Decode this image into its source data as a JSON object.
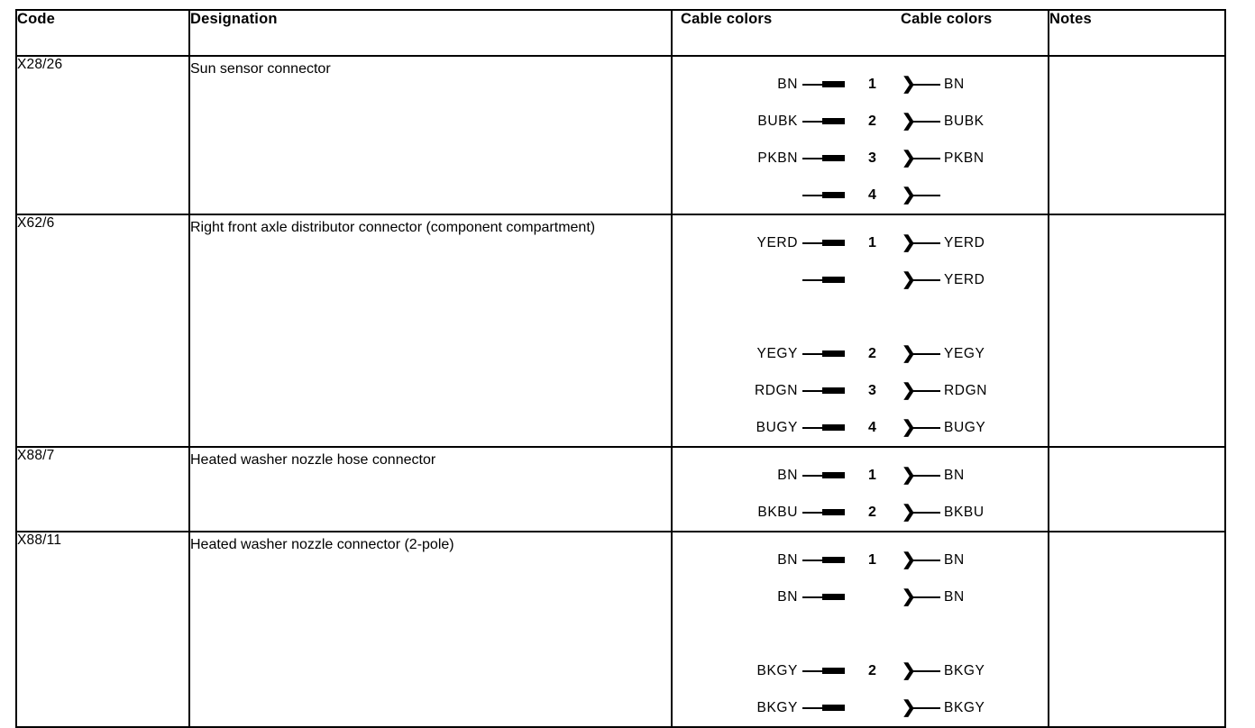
{
  "table": {
    "columns": [
      {
        "key": "code",
        "label": "Code"
      },
      {
        "key": "desig",
        "label": "Designation"
      },
      {
        "key": "cab1",
        "label": "Cable colors"
      },
      {
        "key": "pin",
        "label": ""
      },
      {
        "key": "cab2",
        "label": "Cable colors"
      },
      {
        "key": "notes",
        "label": "Notes"
      }
    ],
    "headers": {
      "code": "Code",
      "designation": "Designation",
      "cable_colors_left": "Cable colors",
      "cable_colors_right": "Cable colors",
      "notes": "Notes"
    },
    "rows": [
      {
        "code": "X28/26",
        "designation": "Sun sensor connector",
        "notes": "",
        "lines": [
          {
            "left": "BN",
            "pin": "1",
            "right": "BN",
            "gap_before": false
          },
          {
            "left": "BUBK",
            "pin": "2",
            "right": "BUBK",
            "gap_before": false
          },
          {
            "left": "PKBN",
            "pin": "3",
            "right": "PKBN",
            "gap_before": false
          },
          {
            "left": "",
            "pin": "4",
            "right": "",
            "gap_before": false
          }
        ]
      },
      {
        "code": "X62/6",
        "designation": "Right front axle distributor connector (component compartment)",
        "notes": "",
        "lines": [
          {
            "left": "YERD",
            "pin": "1",
            "right": "YERD",
            "gap_before": false
          },
          {
            "left": "",
            "pin": "",
            "right": "YERD",
            "gap_before": false
          },
          {
            "left": "YEGY",
            "pin": "2",
            "right": "YEGY",
            "gap_before": true
          },
          {
            "left": "RDGN",
            "pin": "3",
            "right": "RDGN",
            "gap_before": false
          },
          {
            "left": "BUGY",
            "pin": "4",
            "right": "BUGY",
            "gap_before": false
          }
        ]
      },
      {
        "code": "X88/7",
        "designation": "Heated washer nozzle hose connector",
        "notes": "",
        "lines": [
          {
            "left": "BN",
            "pin": "1",
            "right": "BN",
            "gap_before": false
          },
          {
            "left": "BKBU",
            "pin": "2",
            "right": "BKBU",
            "gap_before": false
          }
        ]
      },
      {
        "code": "X88/11",
        "designation": "Heated washer nozzle connector (2-pole)",
        "notes": "",
        "lines": [
          {
            "left": "BN",
            "pin": "1",
            "right": "BN",
            "gap_before": false
          },
          {
            "left": "BN",
            "pin": "",
            "right": "BN",
            "gap_before": false
          },
          {
            "left": "BKGY",
            "pin": "2",
            "right": "BKGY",
            "gap_before": true
          },
          {
            "left": "BKGY",
            "pin": "",
            "right": "BKGY",
            "gap_before": false
          }
        ]
      }
    ]
  },
  "symbols": {
    "pin_blade": "pin-blade-symbol",
    "socket_bracket": "❯",
    "socket_name": "socket-symbol"
  },
  "colors": {
    "ink": "#000000",
    "paper": "#ffffff"
  }
}
